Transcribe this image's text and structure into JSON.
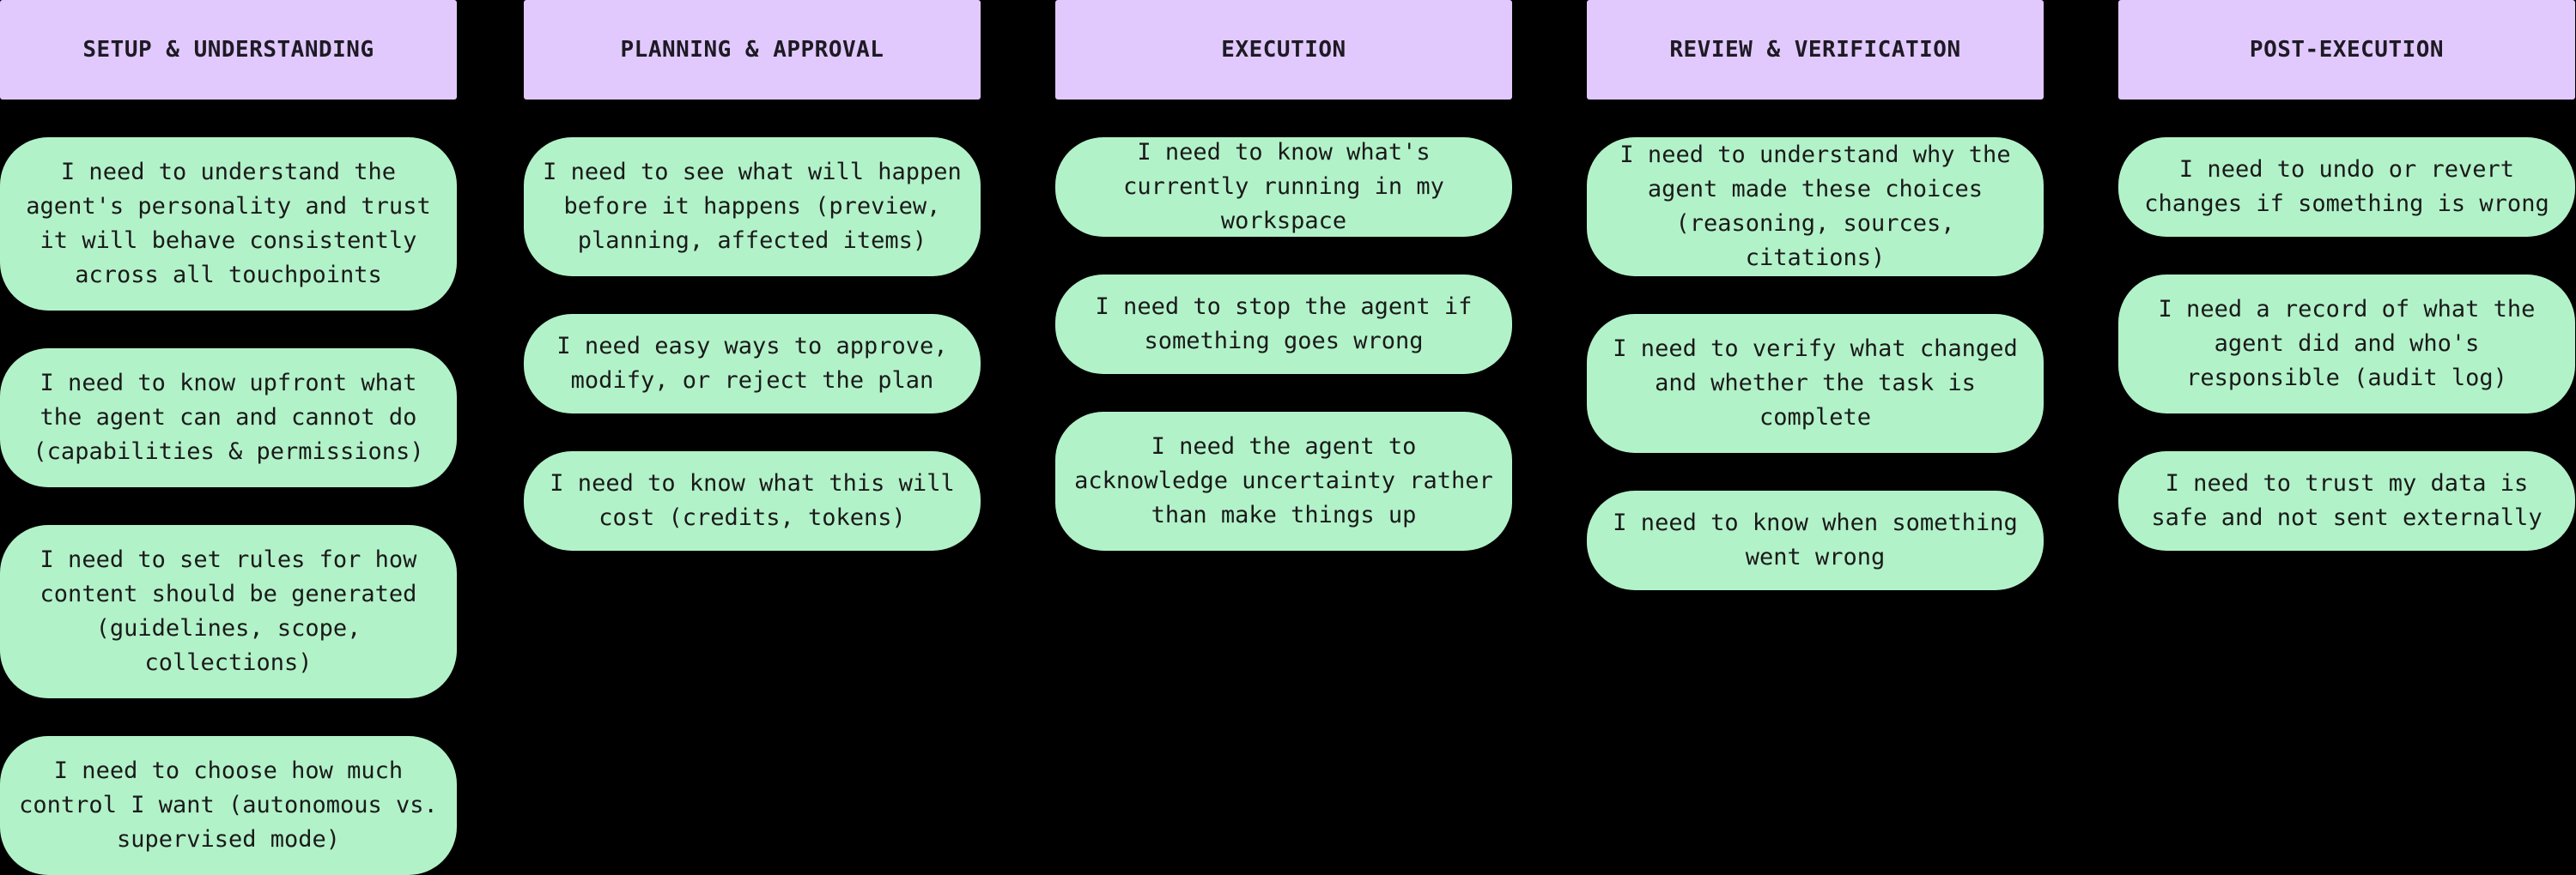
{
  "colors": {
    "background": "#000000",
    "header_fill": "#e2c9fd",
    "card_fill": "#b2f2c9",
    "text": "#1a1a1a"
  },
  "columns": [
    {
      "title": "SETUP & UNDERSTANDING",
      "cards": [
        "I need to understand the agent's personality and trust it will behave consistently across all touchpoints",
        "I need to know upfront what the agent can and cannot do (capabilities & permissions)",
        "I need to set rules for how content should be generated (guidelines, scope, collections)",
        "I need to choose how much control I want (autonomous vs. supervised mode)"
      ]
    },
    {
      "title": "PLANNING & APPROVAL",
      "cards": [
        "I need to see what will happen before it happens (preview, planning, affected items)",
        "I need easy ways to approve, modify, or reject the plan",
        "I need to know what this will cost (credits, tokens)"
      ]
    },
    {
      "title": "EXECUTION",
      "cards": [
        "I need to know what's currently running in my workspace",
        "I need to stop the agent if something goes wrong",
        "I need the agent to acknowledge uncertainty rather than make things up"
      ]
    },
    {
      "title": "REVIEW & VERIFICATION",
      "cards": [
        "I need to understand why the agent made these choices (reasoning, sources, citations)",
        "I need to verify what changed and whether the task is complete",
        "I need to know when something went wrong"
      ]
    },
    {
      "title": "POST-EXECUTION",
      "cards": [
        "I need to undo or revert changes if something is wrong",
        "I need a record of what the agent did and who's responsible (audit log)",
        "I need to trust my data is safe and not sent externally"
      ]
    }
  ]
}
